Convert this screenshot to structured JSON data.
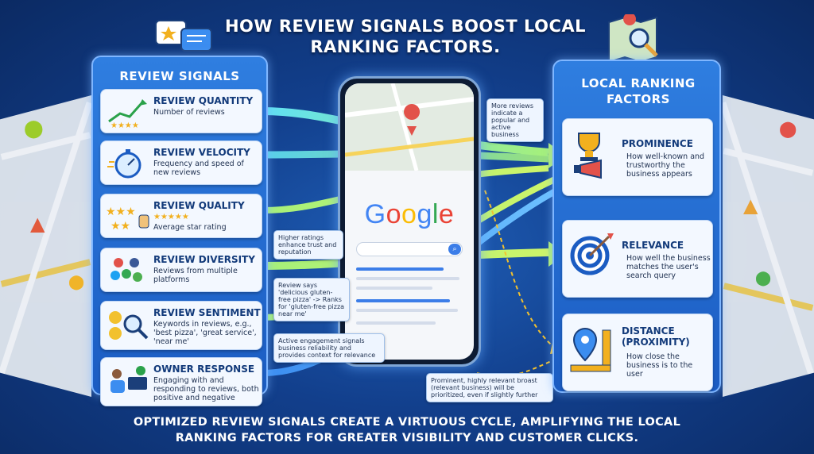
{
  "title": "How review signals boost local ranking factors.",
  "left_panel": {
    "heading": "Review Signals",
    "cards": [
      {
        "name": "Review Quantity",
        "desc": "Number of reviews",
        "icon": "rating-growth-chart-icon"
      },
      {
        "name": "Review Velocity",
        "desc": "Frequency and speed of new reviews",
        "icon": "stopwatch-icon"
      },
      {
        "name": "Review Quality",
        "desc": "Average star rating",
        "icon": "stars-thumbs-up-icon"
      },
      {
        "name": "Review Diversity",
        "desc": "Reviews from multiple platforms",
        "icon": "social-platforms-icon"
      },
      {
        "name": "Review Sentiment",
        "desc": "Keywords in reviews, e.g., 'best pizza', 'great service', 'near me'",
        "icon": "sentiment-magnifier-icon"
      },
      {
        "name": "Owner Response",
        "desc": "Engaging with and responding to reviews, both positive and negative",
        "icon": "owner-computer-icon"
      }
    ],
    "quality_stars": "★★★★★"
  },
  "right_panel": {
    "heading": "Local Ranking Factors",
    "cards": [
      {
        "name": "Prominence",
        "desc": "How well-known and trustworthy the business appears",
        "icon": "trophy-megaphone-icon"
      },
      {
        "name": "Relevance",
        "desc": "How well the business matches the user's search query",
        "icon": "target-arrow-icon"
      },
      {
        "name": "Distance (Proximity)",
        "desc": "How close the business is to the user",
        "icon": "location-ruler-icon"
      }
    ]
  },
  "phone": {
    "google_letters": [
      "G",
      "o",
      "o",
      "g",
      "l",
      "e"
    ],
    "google_colors": [
      "#4285F4",
      "#EA4335",
      "#FBBC05",
      "#4285F4",
      "#34A853",
      "#EA4335"
    ]
  },
  "notes": {
    "popular": "More reviews indicate a popular and active business",
    "trust": "Higher ratings enhance trust and reputation",
    "keyword": "Review says 'delicious gluten-free pizza' -> Ranks for 'gluten-free pizza near me'",
    "engagement": "Active engagement signals business reliability and provides context for relevance",
    "prominent": "Prominent, highly relevant broast (relevant business) will be prioritized, even if slightly further"
  },
  "footer": "Optimized review signals create a virtuous cycle, amplifying the local ranking factors for greater visibility and customer clicks.",
  "colors": {
    "background": "#123f8c",
    "panel": "#2f7ee0",
    "flow_cyan": "#38d0ee",
    "flow_green": "#8fe84a",
    "flow_blue": "#3b8df0",
    "star": "#f2b01e"
  }
}
